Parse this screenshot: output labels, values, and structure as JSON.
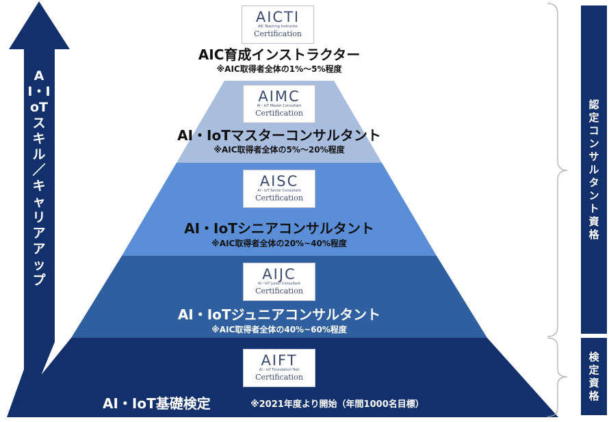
{
  "arrow": {
    "label": "AI・IoTスキル／キャリアアップ"
  },
  "side_labels": {
    "consultant": "認定コンサルタント資格",
    "exam": "検定資格"
  },
  "tiers": [
    {
      "logo": "AICTI",
      "logo_sub": "AIC Teaching Instructor",
      "cert": "Certification",
      "title": "AIC育成インストラクター",
      "note": "※AIC取得者全体の1%～5%程度"
    },
    {
      "logo": "AIMC",
      "logo_sub": "AI・IoT Master Consultant",
      "cert": "Certification",
      "title": "AI・IoTマスターコンサルタント",
      "note": "※AIC取得者全体の5%～20%程度"
    },
    {
      "logo": "AISC",
      "logo_sub": "AI・IoT Senior Consultant",
      "cert": "Certification",
      "title": "AI・IoTシニアコンサルタント",
      "note": "※AIC取得者全体の20%~40%程度"
    },
    {
      "logo": "AIJC",
      "logo_sub": "AI・IoT Junior Consultant",
      "cert": "Certification",
      "title": "AI・IoTジュニアコンサルタント",
      "note": "※AIC取得者全体の40%~60%程度"
    },
    {
      "logo": "AIFT",
      "logo_sub": "AI・IoT Foundation Test",
      "cert": "Certification",
      "title": "AI・IoT基礎検定",
      "note": "※2021年度より開始（年間1000名目標）"
    }
  ],
  "colors": {
    "arrow": "#12306b",
    "tier1": "#ffffff",
    "tier2": "#a9bedf",
    "tier3": "#5a8fd8",
    "tier4": "#2f5f9e",
    "tier5": "#12306b",
    "brace": "#aaaaaa"
  }
}
